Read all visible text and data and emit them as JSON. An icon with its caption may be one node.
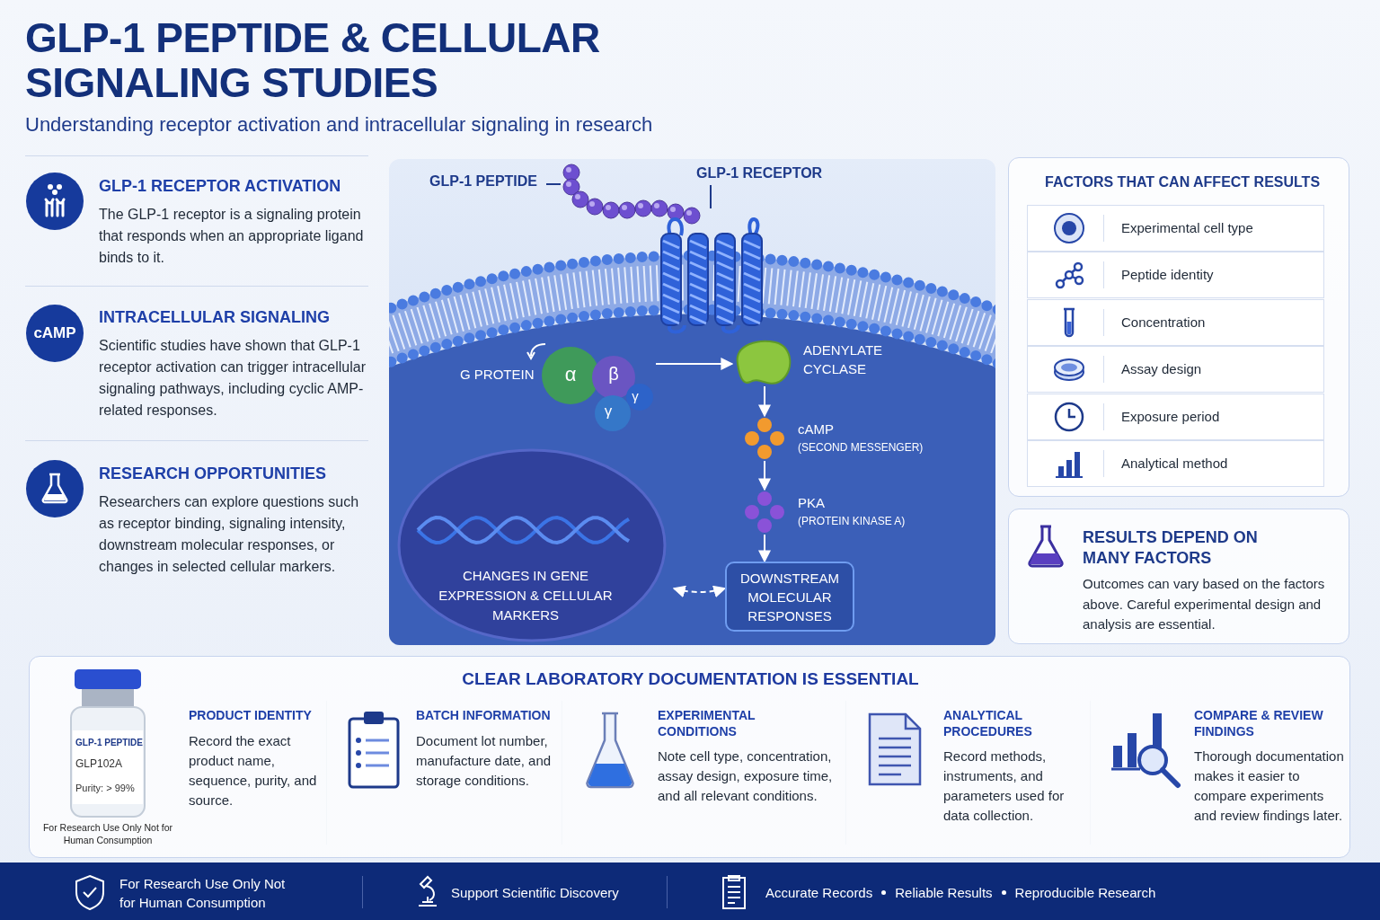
{
  "diagram": {
    "title": "GLP-1 PEPTIDE & CELLULAR SIGNALING STUDIES",
    "nodes": [
      {
        "text": [
          "cAMP"
        ]
      },
      {
        "text": [],
        "shape": "box"
      },
      {
        "text": [
          "GLP-1 PEPTIDE"
        ],
        "in": 1
      },
      {
        "text": [],
        "shape": "picture",
        "in": 1
      },
      {
        "text": [
          "GLP-1 RECEPTOR"
        ],
        "in": 1
      },
      {
        "text": [],
        "shape": "picture",
        "in": 1
      },
      {
        "text": [
          "G PROTEIN"
        ],
        "in": 1
      },
      {
        "text": [
          "ADENYLATE CYCLASE"
        ],
        "in": 1
      },
      {
        "text": [
          "cAMP",
          "(SECOND MESSENGER)"
        ],
        "in": 1
      },
      {
        "text": [
          "PKA",
          "(PROTEIN KINASE A)"
        ],
        "in": 1
      },
      {
        "text": [
          "CHANGES IN GENE EXPRESSION & CELLULAR MARKERS"
        ],
        "in": 1
      },
      {
        "text": [
          "DOWNSTREAM MOLECULAR RESPONSES"
        ],
        "in": 1
      },
      {
        "text": [
          "FACTORS THAT CAN AFFECT RESULTS"
        ]
      },
      {
        "text": [
          "Experimental cell type"
        ],
        "in": 12
      },
      {
        "text": [
          "Peptide identity"
        ],
        "in": 12
      },
      {
        "text": [
          "Concentration"
        ],
        "in": 12
      },
      {
        "text": [
          "Assay design"
        ],
        "in": 12
      },
      {
        "text": [
          "Exposure period"
        ],
        "in": 12
      },
      {
        "text": [
          "Analytical method"
        ],
        "in": 12
      },
      {
        "text": [
          "RESULTS DEPEND ON MANY FACTORS",
          "Outcomes can vary based on the factors above. Careful experimental design and analysis are essential."
        ]
      },
      {
        "text": [
          "CLEAR LABORATORY DOCUMENTATION IS ESSENTIAL"
        ]
      },
      {
        "text": [
          "GLP-1 PEPTIDE",
          "GLP102A",
          "Purity: > 99%"
        ],
        "beside": [
          "For Research Use Only Not for Human Consumption"
        ],
        "in": 20
      }
    ],
    "edges": [
      {
        "from": 2,
        "to": 3,
        "arrow": "none",
        "color": "#1e3a8a"
      },
      {
        "from": 4,
        "to": 5,
        "arrow": "none",
        "color": "#1e3a8a"
      },
      {
        "from": 6,
        "to": 7,
        "arrow": "to"
      },
      {
        "from": 7,
        "to": 8,
        "arrow": "to"
      },
      {
        "from": 8,
        "to": 9,
        "arrow": "to"
      },
      {
        "from": 9,
        "to": 11,
        "arrow": "to"
      },
      {
        "from": 10,
        "to": 11,
        "arrow": "both",
        "style": "dashed"
      }
    ],
    "labels": [
      "Understanding receptor activation and intracellular signaling in research",
      "GLP-1 RECEPTOR ACTIVATION",
      "The GLP-1 receptor is a signaling protein that responds when an appropriate ligand binds to it.",
      "INTRACELLULAR SIGNALING",
      "Scientific studies have shown that GLP-1 receptor activation can trigger intracellular signaling pathways, including cyclic AMP-related responses.",
      "RESEARCH OPPORTUNITIES",
      "Researchers can explore questions such as receptor binding, signaling intensity, downstream molecular responses, or changes in selected cellular markers.",
      "α",
      "β",
      "γ",
      "γ",
      "PRODUCT IDENTITY",
      "Record the exact product name, sequence, purity, and source.",
      "BATCH INFORMATION",
      "Document lot number, manufacture date, and storage conditions.",
      "EXPERIMENTAL CONDITIONS",
      "Note cell type, concentration, assay design, exposure time, and all relevant conditions.",
      "ANALYTICAL PROCEDURES",
      "Record methods, instruments, and parameters used for data collection.",
      "COMPARE & REVIEW FINDINGS",
      "Thorough documentation makes it easier to compare experiments and review findings later.",
      "For Research Use Only Not for Human Consumption",
      "Support Scientific Discovery",
      "Accurate Records",
      "Reliable Results",
      "Reproducible Research"
    ]
  }
}
